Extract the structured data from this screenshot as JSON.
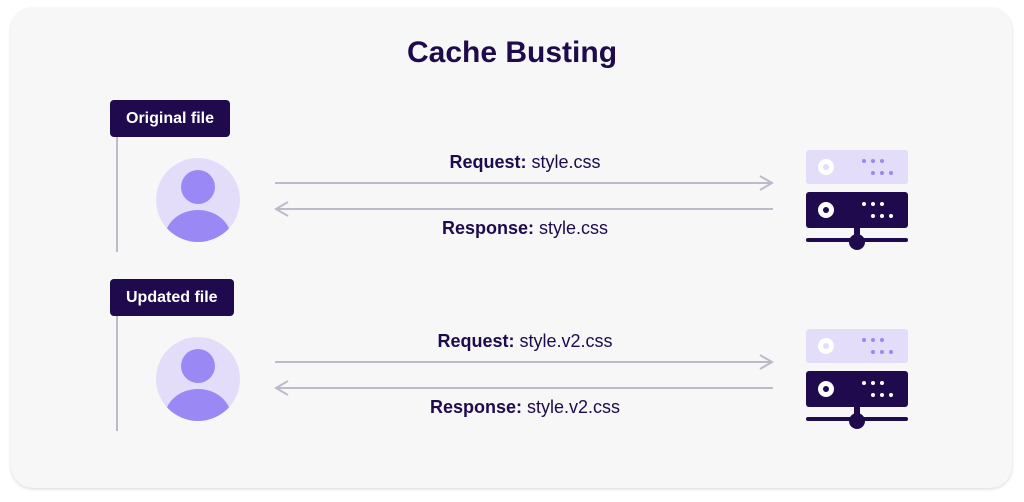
{
  "title": "Cache Busting",
  "colors": {
    "navy": "#1e0a4c",
    "purple": "#9a89f5",
    "lavender": "#e3ddf9",
    "line": "#bdbac9",
    "card": "#f7f7f8"
  },
  "sections": [
    {
      "tag": "Original file",
      "request_prefix": "Request:",
      "request_file": "style.css",
      "response_prefix": "Response:",
      "response_file": "style.css",
      "icons": [
        "user-avatar-icon",
        "server-icon",
        "arrow-right-icon",
        "arrow-left-icon"
      ]
    },
    {
      "tag": "Updated file",
      "request_prefix": "Request:",
      "request_file": "style.v2.css",
      "response_prefix": "Response:",
      "response_file": "style.v2.css",
      "icons": [
        "user-avatar-icon",
        "server-icon",
        "arrow-right-icon",
        "arrow-left-icon"
      ]
    }
  ]
}
